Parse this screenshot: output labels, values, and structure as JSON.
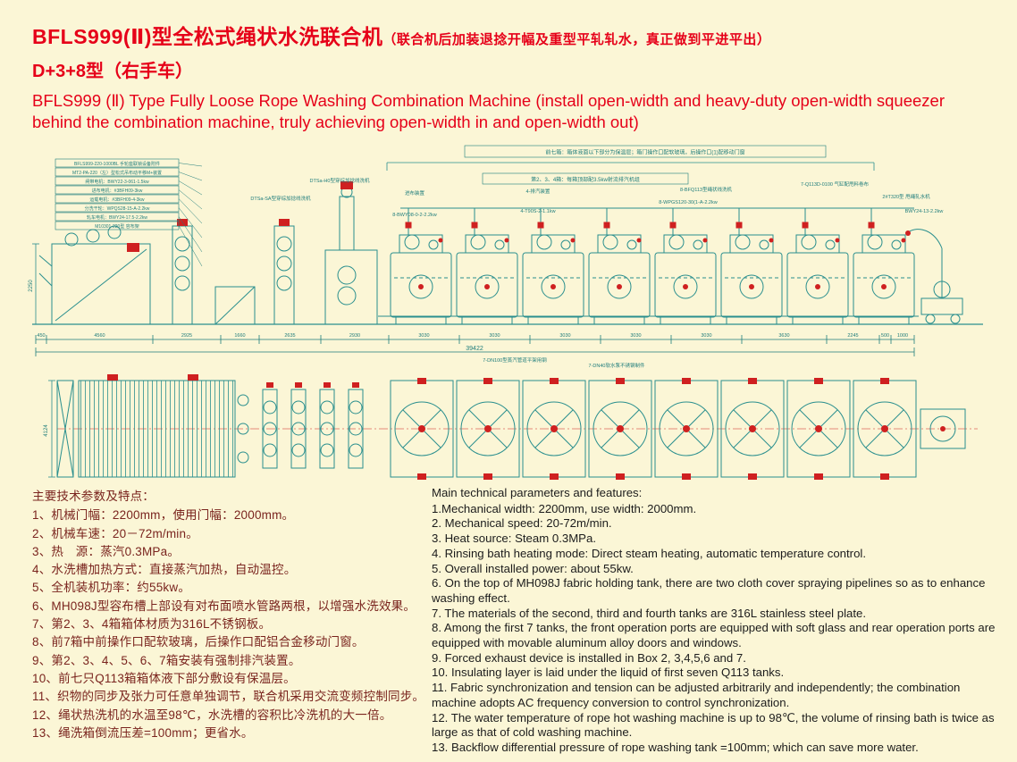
{
  "colors": {
    "background": "#fbf6d6",
    "title_red": "#e60019",
    "specs_zh_color": "#7a241e",
    "drawing_teal": "#2a8f8e",
    "drawing_red": "#cf2020"
  },
  "header": {
    "title_zh_main": "BFLS999(Ⅱ)型全松式绳状水洗联合机",
    "title_zh_note": "（联合机后加装退捻开幅及重型平轧轧水，真正做到平进平出）",
    "title_zh_model": "D+3+8型（右手车）",
    "title_en_line1": "BFLS999 (Ⅱ) Type Fully Loose Rope Washing Combination Machine (install open-width and heavy-duty open-width squeezer",
    "title_en_line2": "behind the combination machine, truly achieving open-width in and open-width out)"
  },
  "drawing": {
    "left_callouts": [
      "BFLS999-220-1000BL 手轮座联锁设备附件",
      "MT2-PA-220（左）型松式吊布动平移M+装置",
      "闸带电机：BWY22-3-061-1.5kw",
      "进布电机：#3BFH09-3kw",
      "运载电机：#3BFH09-4-3kw",
      "分洗干轮：WPQS28-15-A-2.2kw",
      "轧车电机：BWY24-17.5-2.2kw",
      "M10301-220型 容布架"
    ],
    "top_note": "前七箱：箱体液面以下部分为保温层；箱门操作口配软玻璃，后操作口(1)配移动门窗",
    "note_234": "第2、3、4箱：每箱顶部配3.5kw射流排汽机组",
    "labels": [
      "DTSa-H0型穿综加捻线洗机",
      "DTSa-SA型穿综加捻线洗机",
      "进布装置",
      "8-BWY08-0-2-2.2kw",
      "4-排汽装置",
      "4-T90S-2-1.1kw",
      "8-BFQ113型绳状线洗机",
      "8-WPGS120-30(1-A-2.2kw",
      "7-Q113D-0100 气缸配甩料卷布",
      "2#T320型 甩绳轧水机",
      "BWY24-13-2.2kw"
    ],
    "bottom_labels": [
      "7-DN100型蒸汽管道平架用钢",
      "7-DN40软水泵不锈钢制件"
    ],
    "dim_segments": [
      "450",
      "4560",
      "2925",
      "1660",
      "2635",
      "2930",
      "3030",
      "3030",
      "3030",
      "3030",
      "3030",
      "3630",
      "2245",
      "500",
      "1000"
    ],
    "dim_total": "39422",
    "elev_height": "2250",
    "plan_height": "4124"
  },
  "specs_zh": {
    "heading": "主要技术参数及特点：",
    "items": [
      "1、机械门幅：2200mm，使用门幅：2000mm。",
      "2、机械车速：20－72m/min。",
      "3、热　源：蒸汽0.3MPa。",
      "4、水洗槽加热方式：直接蒸汽加热，自动温控。",
      "5、全机装机功率：约55kw。",
      "6、MH098J型容布槽上部设有对布面喷水管路两根，以增强水洗效果。",
      "7、第2、3、4箱箱体材质为316L不锈钢板。",
      "8、前7箱中前操作口配软玻璃，后操作口配铝合金移动门窗。",
      "9、第2、3、4、5、6、7箱安装有强制排汽装置。",
      "10、前七只Q113箱箱体液下部分敷设有保温层。",
      "11、织物的同步及张力可任意单独调节，联合机采用交流变频控制同步。",
      "12、绳状热洗机的水温至98℃，水洗槽的容积比冷洗机的大一倍。",
      "13、绳洗箱倒流压差=100mm；更省水。"
    ]
  },
  "specs_en": {
    "heading": "Main technical parameters and features:",
    "items": [
      "1.Mechanical width: 2200mm, use width: 2000mm.",
      "2. Mechanical speed: 20-72m/min.",
      "3. Heat source: Steam 0.3MPa.",
      "4. Rinsing bath heating mode: Direct steam heating, automatic temperature control.",
      "5. Overall installed power: about 55kw.",
      "6. On the top of MH098J fabric holding tank, there are two cloth cover spraying pipelines so as to enhance washing effect.",
      "7. The materials of the second, third and fourth tanks are 316L stainless steel plate.",
      "8. Among the first 7 tanks, the front operation ports are equipped with soft glass and rear operation ports are equipped with movable aluminum alloy doors and windows.",
      "9. Forced exhaust device is installed in Box 2, 3,4,5,6 and 7.",
      "10. Insulating layer is laid under the liquid of first seven Q113 tanks.",
      "11. Fabric synchronization and tension can be adjusted arbitrarily and independently; the combination machine adopts AC frequency conversion to control synchronization.",
      "12. The water temperature of rope hot washing machine is up to 98℃, the volume of rinsing bath is twice as large as that of cold washing machine.",
      "13. Backflow differential pressure of rope washing tank =100mm; which can save more water."
    ]
  }
}
